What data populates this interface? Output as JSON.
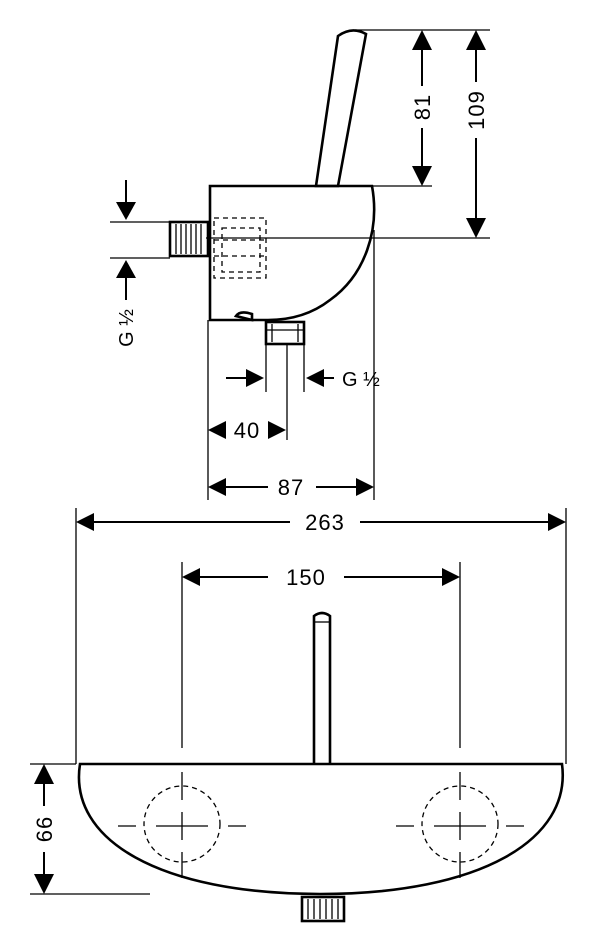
{
  "dimensions": {
    "height_81": "81",
    "height_109": "109",
    "thread_left": "G ½",
    "thread_bottom": "G ½",
    "depth_40": "40",
    "depth_87": "87",
    "width_263": "263",
    "centers_150": "150",
    "height_66": "66"
  },
  "colors": {
    "line": "#000000",
    "background": "#ffffff"
  }
}
